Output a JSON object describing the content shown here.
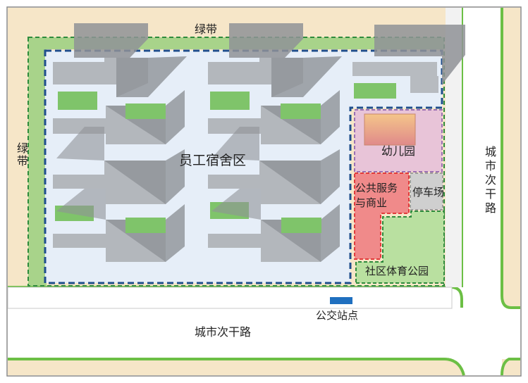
{
  "labels": {
    "green_belt_top": "绿带",
    "green_belt_left": "绿带",
    "dorm_area": "员工宿舍区",
    "kindergarten": "幼儿园",
    "public_service_line1": "公共服务",
    "public_service_line2": "与商业",
    "parking": "停车场",
    "sports_park": "社区体育公园",
    "bus_stop": "公交站点",
    "road_bottom": "城市次干路",
    "road_right": "城市次干路"
  },
  "colors": {
    "sand": "#f6e6c8",
    "green_belt": "#a8d38a",
    "road_edge": "#6cbf45",
    "dorm_fill": "#e6eef8",
    "dorm_border": "#1f4e8c",
    "kindergarten_fill": "#e8c4d8",
    "kindergarten_border": "#9b6fb3",
    "public_fill": "#f08a8a",
    "public_border": "#e23b3b",
    "parking_fill": "#cfcfcf",
    "park_fill": "#b9e0a0",
    "park_border": "#2e8b3d",
    "building": "#a9adb3",
    "bus_stop": "#1f6fbf"
  }
}
